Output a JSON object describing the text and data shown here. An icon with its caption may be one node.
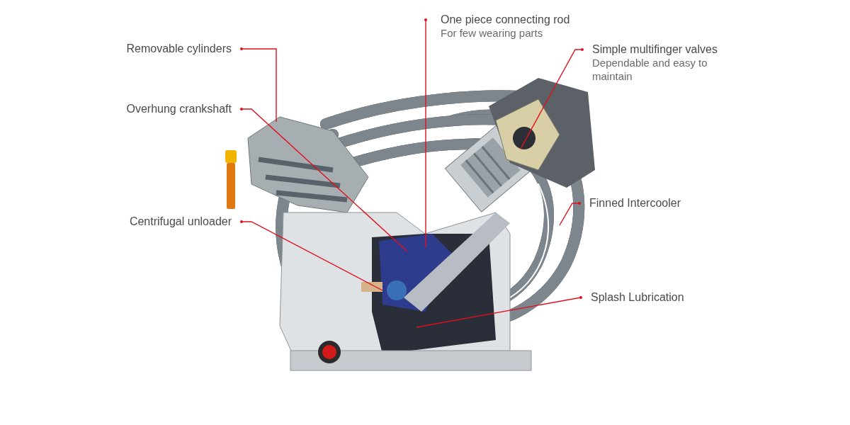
{
  "diagram": {
    "nodes": [
      {
        "text": [
          "One piece connecting rod",
          "For few wearing parts"
        ]
      },
      {
        "text": [
          "Removable cylinders"
        ]
      },
      {
        "text": [
          "Simple multifinger valves",
          "Dependable and easy to maintain"
        ]
      },
      {
        "text": [
          "Overhung crankshaft"
        ]
      },
      {
        "text": [
          "Finned Intercooler"
        ]
      },
      {
        "text": [
          "Centrifugal unloader"
        ]
      },
      {
        "text": [
          "Splash Lubrication"
        ]
      }
    ],
    "edges": [
      {
        "from": 0,
        "to": null,
        "arrow": "other"
      },
      {
        "from": 1,
        "to": null,
        "arrow": "other"
      },
      {
        "from": 2,
        "to": null,
        "arrow": "other"
      },
      {
        "from": 3,
        "to": null,
        "arrow": "other"
      },
      {
        "from": 4,
        "to": null,
        "arrow": "other"
      },
      {
        "from": 5,
        "to": null,
        "arrow": "other"
      },
      {
        "from": 6,
        "to": null,
        "arrow": "other"
      }
    ]
  }
}
